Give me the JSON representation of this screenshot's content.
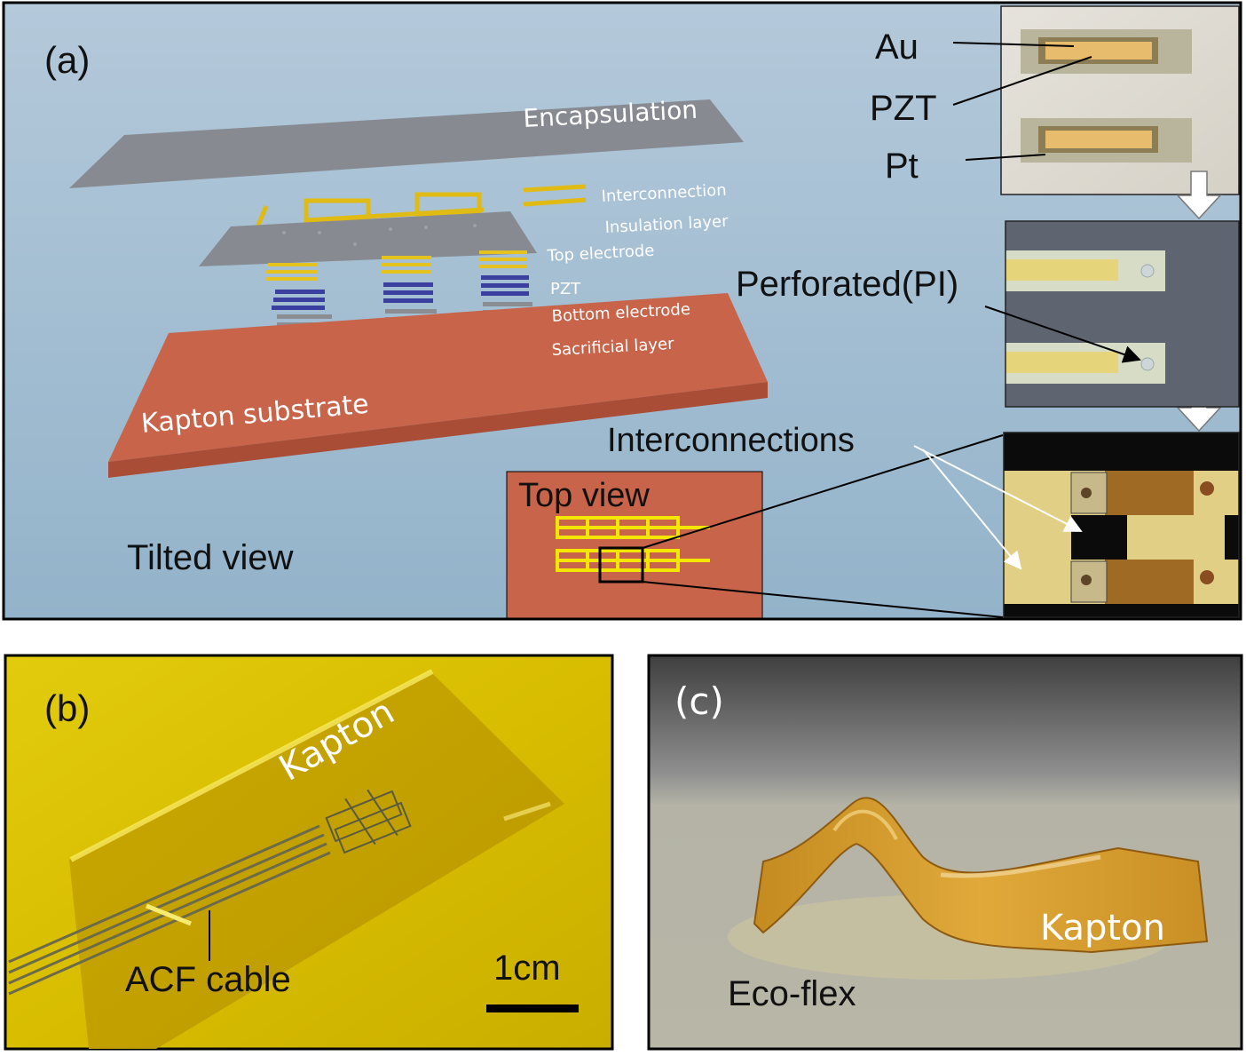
{
  "panel_a": {
    "label": "(a)",
    "layers": {
      "encapsulation": "Encapsulation",
      "interconnection": "Interconnection",
      "insulation": "Insulation layer",
      "top_electrode": "Top electrode",
      "pzt": "PZT",
      "bottom_electrode": "Bottom electrode",
      "sacrificial": "Sacrificial layer",
      "substrate": "Kapton substrate"
    },
    "tilted_view": "Tilted view",
    "top_view": "Top view",
    "au": "Au",
    "pzt_label": "PZT",
    "pt": "Pt",
    "perforated": "Perforated(PI)",
    "interconnections": "Interconnections"
  },
  "panel_b": {
    "label": "(b)",
    "kapton": "Kapton",
    "acf": "ACF cable",
    "scale": "1cm"
  },
  "panel_c": {
    "label": "(c)",
    "kapton": "Kapton",
    "ecoflex": "Eco-flex"
  },
  "colors": {
    "background_blue": "#a9c3d6",
    "kapton_orange": "#c7644a",
    "gold": "#e6c21e",
    "gray_layer": "#8a8d92",
    "pzt_blue": "#3b3fa0",
    "yellow_photo": "#d9c200"
  }
}
